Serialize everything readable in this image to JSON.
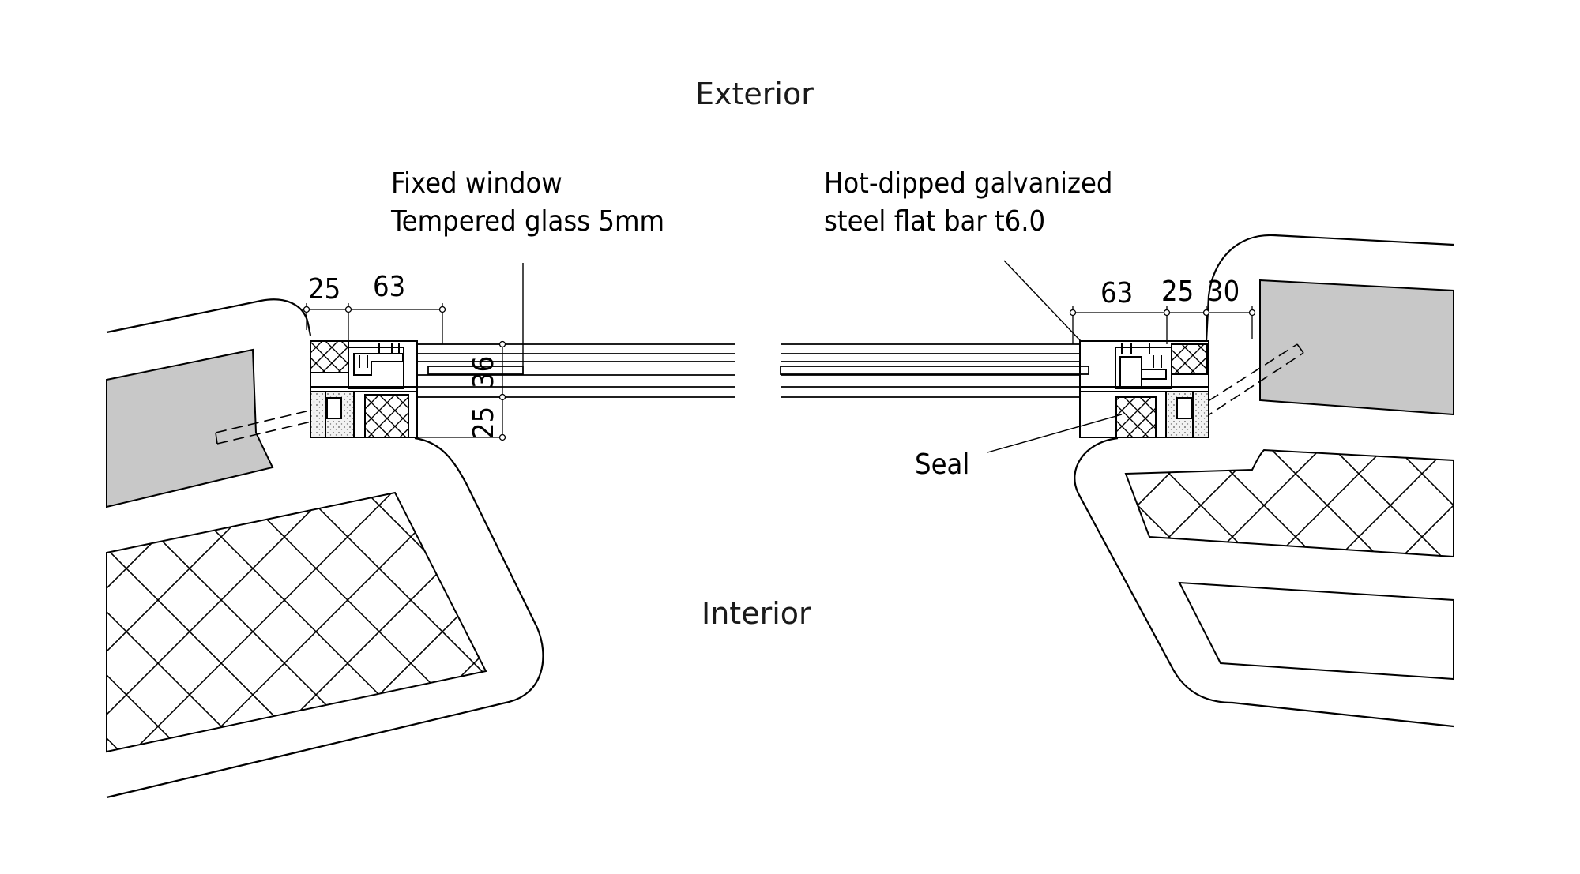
{
  "labels": {
    "exterior": "Exterior",
    "interior": "Interior",
    "fixed_window_line1": "Fixed window",
    "fixed_window_line2": "Tempered glass 5mm",
    "flat_bar_line1": "Hot-dipped galvanized",
    "flat_bar_line2": "steel flat bar t6.0",
    "seal": "Seal"
  },
  "dimensions": {
    "left_25": "25",
    "left_63": "63",
    "vert_36": "36",
    "vert_25": "25",
    "right_63": "63",
    "right_25": "25",
    "right_30": "30"
  },
  "colors": {
    "line": "#000000",
    "concrete_fill": "#c8c8c8",
    "seal_fill": "#e6e6e6"
  }
}
